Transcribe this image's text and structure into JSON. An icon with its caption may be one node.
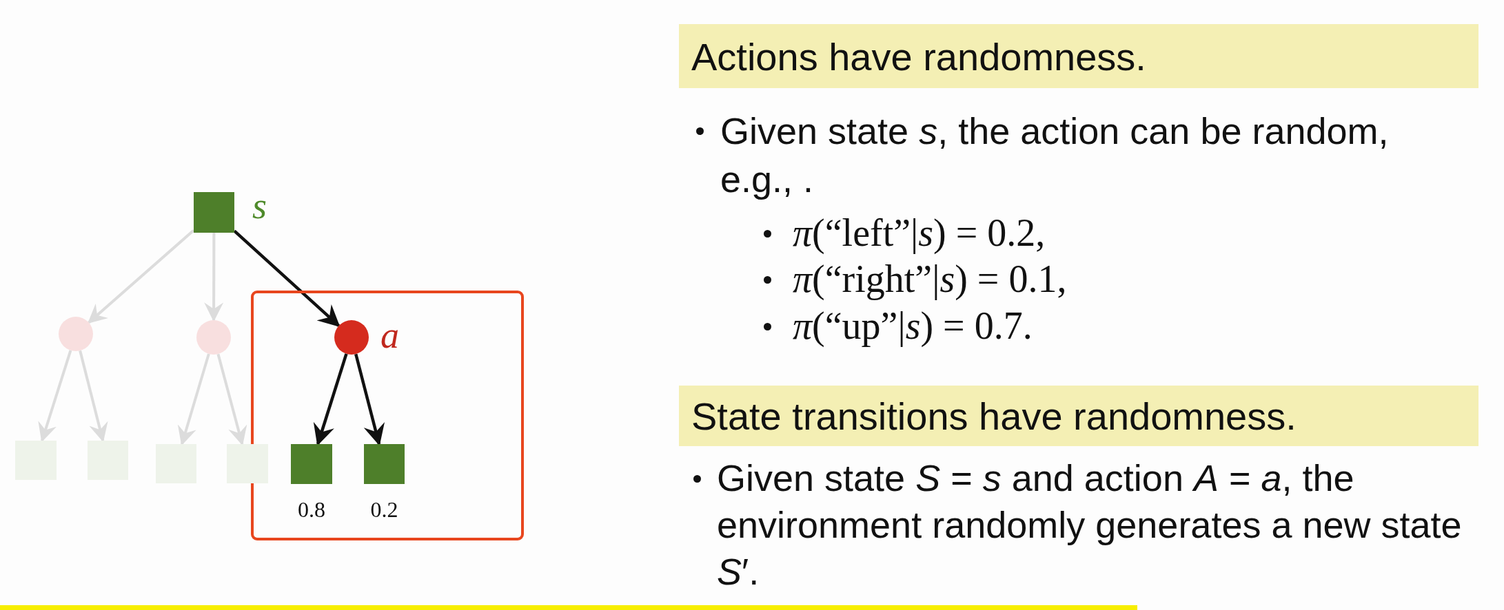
{
  "diagram": {
    "nodes": [
      {
        "text": [],
        "shape": "box",
        "beside": [
          "s"
        ]
      },
      {
        "text": [],
        "shape": "circle"
      },
      {
        "text": [],
        "shape": "circle"
      },
      {
        "text": [],
        "shape": "box"
      },
      {
        "text": [],
        "shape": "circle",
        "beside": [
          "a"
        ],
        "in": 3
      },
      {
        "text": [],
        "shape": "box"
      },
      {
        "text": [],
        "shape": "box"
      },
      {
        "text": [],
        "shape": "box"
      },
      {
        "text": [],
        "shape": "box"
      },
      {
        "text": [],
        "shape": "box",
        "beside": [
          "0.8"
        ],
        "in": 3
      },
      {
        "text": [],
        "shape": "box",
        "beside": [
          "0.2"
        ],
        "in": 3
      },
      {
        "text": [
          "Actions have randomness."
        ]
      },
      {
        "text": [
          "State transitions have randomness."
        ]
      }
    ],
    "edges": [
      {
        "from": 0,
        "to": 1,
        "arrow": "to"
      },
      {
        "from": 0,
        "to": 2,
        "arrow": "to"
      },
      {
        "from": 0,
        "to": 4,
        "arrow": "to",
        "color": "#111111"
      },
      {
        "from": 1,
        "to": 5,
        "arrow": "to"
      },
      {
        "from": 1,
        "to": 6,
        "arrow": "to"
      },
      {
        "from": 2,
        "to": 7,
        "arrow": "to"
      },
      {
        "from": 2,
        "to": 8,
        "arrow": "to"
      },
      {
        "from": 4,
        "to": 9,
        "arrow": "to",
        "color": "#111111"
      },
      {
        "from": 4,
        "to": 10,
        "arrow": "to",
        "color": "#111111"
      }
    ],
    "labels": [
      "Given state *s*, the action can be random, e.g., .",
      "*π*(“left”|*s*) = 0.2,",
      "*π*(“right”|*s*) = 0.1,",
      "*π*(“up”|*s*) = 0.7.",
      "Given state *S* = *s* and action *A* = *a*, the environment randomly generates a new state *S*′."
    ]
  }
}
